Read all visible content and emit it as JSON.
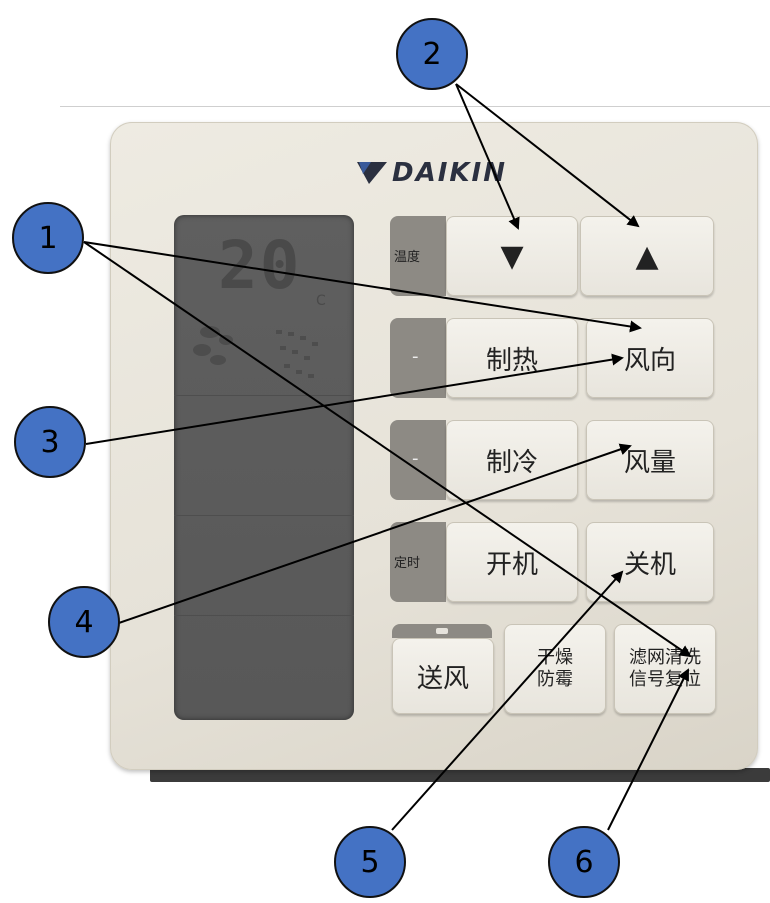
{
  "brand": "DAIKIN",
  "display": {
    "temperature": "20",
    "unit": "C"
  },
  "groups": {
    "temp_label": "温度",
    "timer_label": "定时",
    "heat_led": "-",
    "cool_led": "-"
  },
  "buttons": {
    "temp_down": "▼",
    "temp_up": "▲",
    "heat": "制热",
    "airflow_direction": "风向",
    "cool": "制冷",
    "airflow_volume": "风量",
    "power_on": "开机",
    "power_off": "关机",
    "fan": "送风",
    "dry_line1": "干燥",
    "dry_line2": "防霉",
    "filter_line1": "滤网清洗",
    "filter_line2": "信号复位"
  },
  "callouts": [
    "1",
    "2",
    "3",
    "4",
    "5",
    "6"
  ],
  "colors": {
    "callout_fill": "#4472c4",
    "lcd": "#5c5c5c",
    "panel": "#e8e5dc"
  }
}
